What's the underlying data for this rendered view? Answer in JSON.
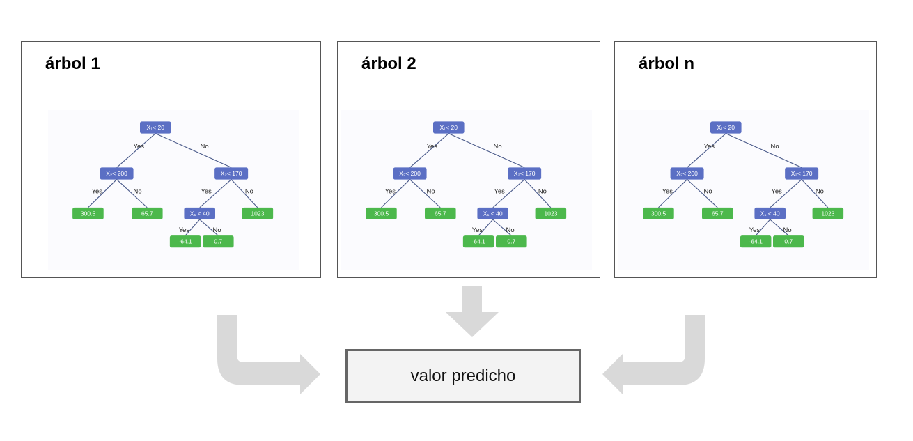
{
  "trees": [
    {
      "title": "árbol 1"
    },
    {
      "title": "árbol 2"
    },
    {
      "title": "árbol n"
    }
  ],
  "tree_structure": {
    "nodes": {
      "root": "X₁< 20",
      "left": "X₂< 200",
      "right": "X₂< 170",
      "right_left": "X₁ < 40"
    },
    "leaves": {
      "ll": "300.5",
      "lr": "65.7",
      "rr": "1023",
      "rll": "-64.1",
      "rlr": "0.7"
    },
    "branch_yes": "Yes",
    "branch_no": "No"
  },
  "colors": {
    "node_fill": "#5b6fc4",
    "leaf_fill": "#4cb84c",
    "arrow": "#d9d9d9"
  },
  "result": {
    "label": "valor predicho"
  }
}
